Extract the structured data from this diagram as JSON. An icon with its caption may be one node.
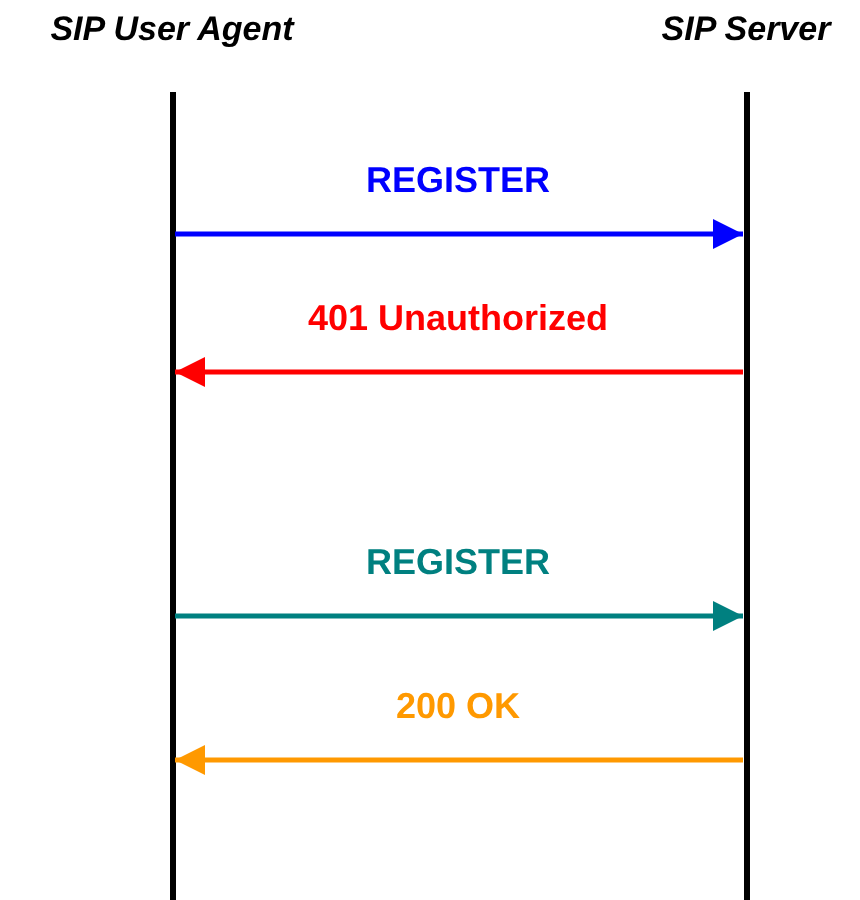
{
  "diagram": {
    "nodes": [
      {
        "text": [
          "SIP User Agent"
        ]
      },
      {
        "text": [
          "SIP Server"
        ]
      }
    ],
    "edges": [
      {
        "from": 0,
        "to": 1,
        "arrow": "to",
        "label": "REGISTER",
        "color": "#0000ff"
      },
      {
        "from": 1,
        "to": 0,
        "arrow": "to",
        "label": "401 Unauthorized",
        "color": "#ff0000"
      },
      {
        "from": 0,
        "to": 1,
        "arrow": "to",
        "label": "REGISTER",
        "color": "#008080"
      },
      {
        "from": 1,
        "to": 0,
        "arrow": "to",
        "label": "200 OK",
        "color": "#ff9900"
      }
    ]
  }
}
